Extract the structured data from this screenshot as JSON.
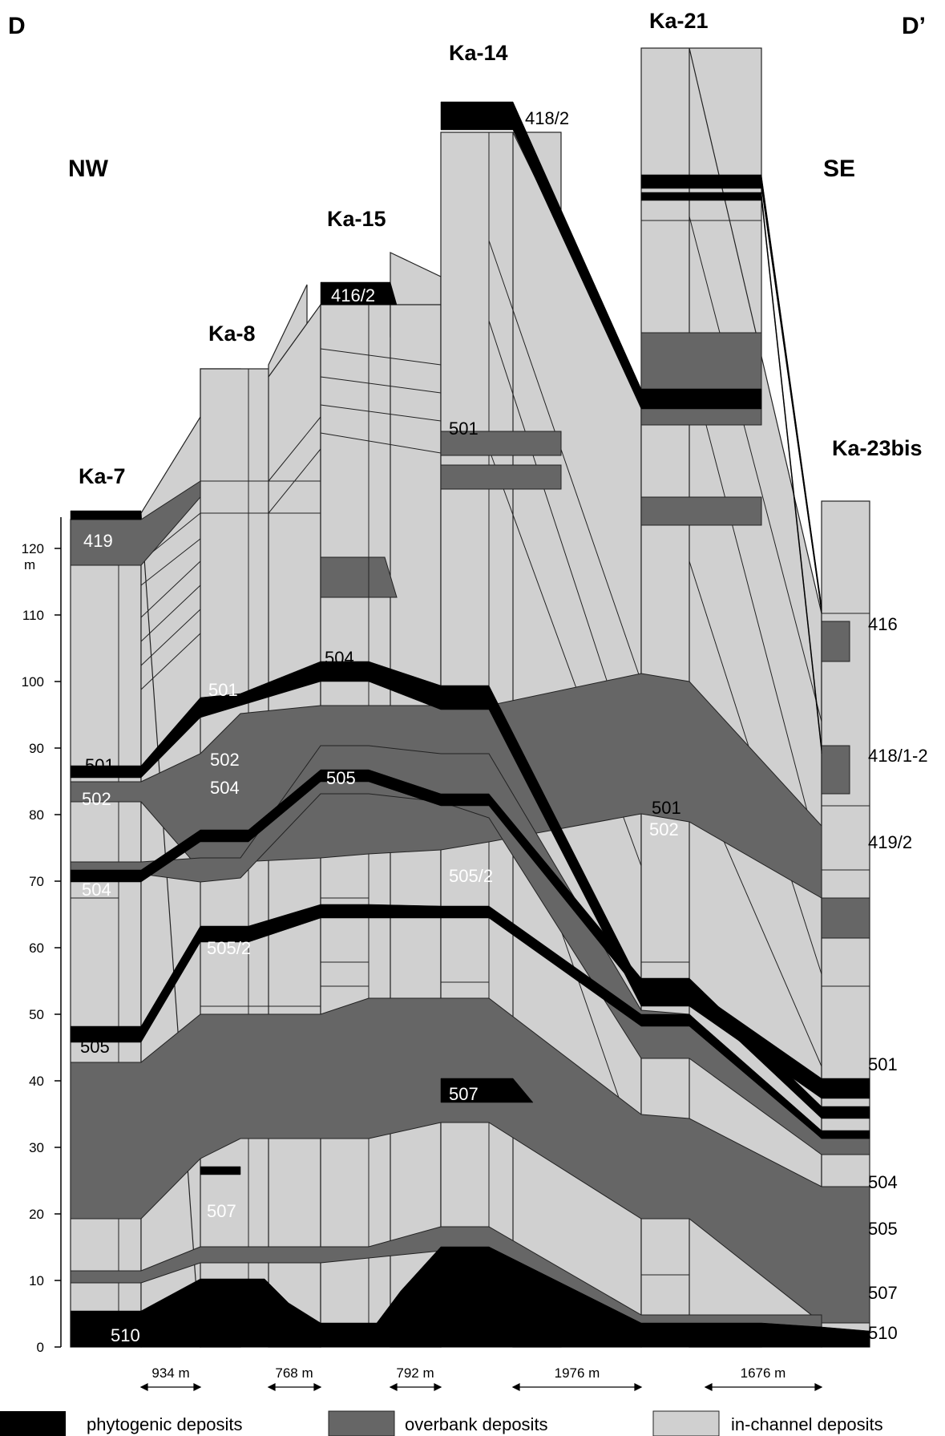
{
  "profile": {
    "start_label": "D",
    "end_label": "D’",
    "left_direction": "NW",
    "right_direction": "SE"
  },
  "colors": {
    "phytogenic": "#000000",
    "overbank": "#666666",
    "in_channel": "#d0d0d0",
    "outline": "#222222"
  },
  "wells": [
    {
      "name": "Ka-7"
    },
    {
      "name": "Ka-8"
    },
    {
      "name": "Ka-15"
    },
    {
      "name": "Ka-14"
    },
    {
      "name": "Ka-21"
    },
    {
      "name": "Ka-23bis"
    }
  ],
  "depth_axis": {
    "unit": "m",
    "ticks": [
      "0",
      "10",
      "20",
      "30",
      "40",
      "50",
      "60",
      "70",
      "80",
      "90",
      "100",
      "110",
      "120"
    ]
  },
  "distances": [
    "934 m",
    "768 m",
    "792 m",
    "1976 m",
    "1676 m"
  ],
  "seam_labels": {
    "ka7": [
      "419",
      "501",
      "502",
      "504",
      "505",
      "510"
    ],
    "ka8": [
      "501",
      "502",
      "504",
      "505/2",
      "507"
    ],
    "ka15": [
      "416/2",
      "504",
      "505"
    ],
    "ka14": [
      "418/2",
      "501",
      "505/2",
      "507"
    ],
    "ka21": [
      "501",
      "502"
    ],
    "ka23bis": [
      "416",
      "418/1-2",
      "419/2",
      "501",
      "504",
      "505",
      "507",
      "510"
    ]
  },
  "legend": [
    {
      "label": "phytogenic deposits",
      "swatch": "phytogenic"
    },
    {
      "label": "overbank deposits",
      "swatch": "overbank"
    },
    {
      "label": "in-channel deposits",
      "swatch": "in_channel"
    }
  ]
}
